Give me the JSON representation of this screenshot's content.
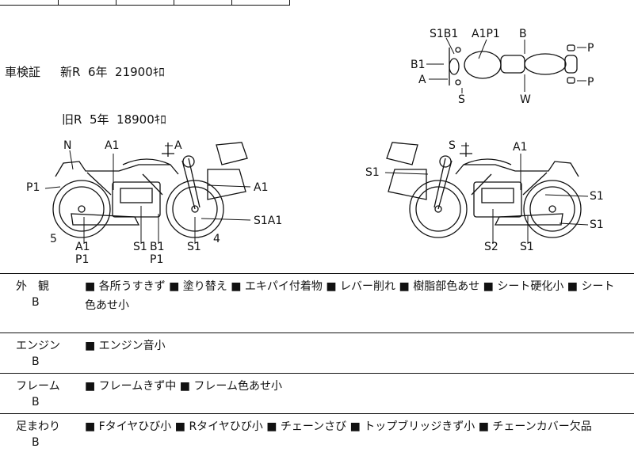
{
  "shaken": {
    "label": "車検証",
    "line1": "新R  6年  21900ｷﾛ",
    "line2": "旧R  5年  18900ｷﾛ"
  },
  "top_view_labels": {
    "s1b1": "S1B1",
    "a1p1": "A1P1",
    "b_top": "B",
    "p_top": "P",
    "b1": "B1",
    "a": "A",
    "s": "S",
    "w": "W",
    "p_bot": "P"
  },
  "left_view_labels": {
    "n": "N",
    "a1_top": "A1",
    "a_top": "A",
    "p1": "P1",
    "a1_right": "A1",
    "s1a1": "S1A1",
    "num5": "5",
    "num4": "4",
    "a1_bot": "A1",
    "p1_bot": "P1",
    "s1": "S1",
    "b1": "B1",
    "p1_bot2": "P1",
    "s1_bot": "S1"
  },
  "right_view_labels": {
    "s_top": "S",
    "a1_top": "A1",
    "s1_left": "S1",
    "s1_r1": "S1",
    "s1_r2": "S1",
    "s2": "S2",
    "s1_bot": "S1"
  },
  "rows": [
    {
      "category": "外　観",
      "grade": "B",
      "items": "■ 各所うすきず ■ 塗り替え ■ エキパイ付着物 ■ レバー削れ ■ 樹脂部色あせ ■ シート硬化小 ■ シート色あせ小"
    },
    {
      "category": "エンジン",
      "grade": "B",
      "items": "■ エンジン音小"
    },
    {
      "category": "フレーム",
      "grade": "B",
      "items": "■ フレームきず中 ■ フレーム色あせ小"
    },
    {
      "category": "足まわり",
      "grade": "B",
      "items": "■ Fタイヤひび小 ■ Rタイヤひび小 ■ チェーンさび ■ トップブリッジきず小 ■ チェーンカバー欠品"
    }
  ]
}
